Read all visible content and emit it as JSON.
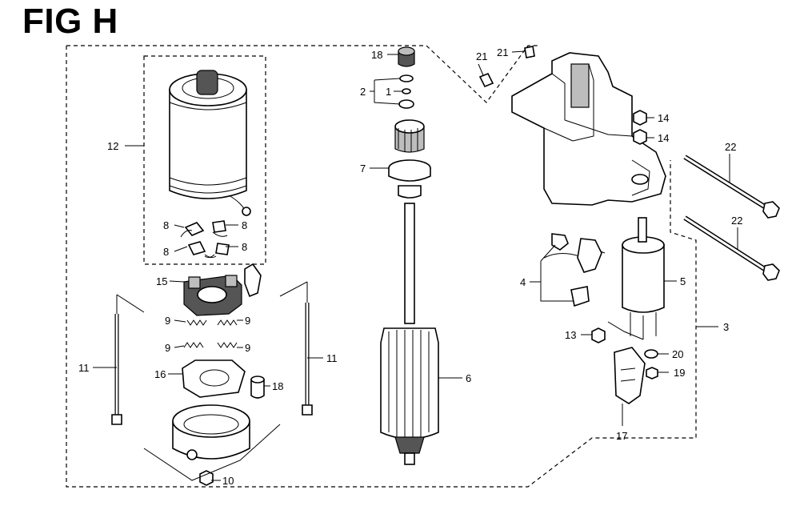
{
  "figure": {
    "title": "FIG H"
  },
  "callouts": {
    "c1": "1",
    "c2": "2",
    "c3": "3",
    "c4": "4",
    "c5": "5",
    "c6": "6",
    "c7": "7",
    "c8": "8",
    "c9": "9",
    "c10": "10",
    "c11": "11",
    "c12": "12",
    "c13": "13",
    "c14": "14",
    "c15": "15",
    "c16": "16",
    "c17": "17",
    "c18": "18",
    "c19": "19",
    "c20": "20",
    "c21": "21",
    "c22": "22"
  }
}
